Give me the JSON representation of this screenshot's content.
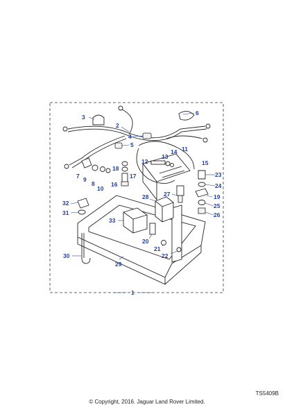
{
  "figure_code": "TS5409B",
  "copyright": "© Copyright, 2016. Jaguar Land Rover Limited.",
  "callouts": [
    "1",
    "2",
    "3",
    "4",
    "5",
    "6",
    "7",
    "8",
    "9",
    "10",
    "11",
    "12",
    "13",
    "14",
    "15",
    "16",
    "17",
    "18",
    "19",
    "20",
    "21",
    "22",
    "23",
    "24",
    "25",
    "26",
    "27",
    "28",
    "29",
    "30",
    "31",
    "32",
    "33"
  ]
}
